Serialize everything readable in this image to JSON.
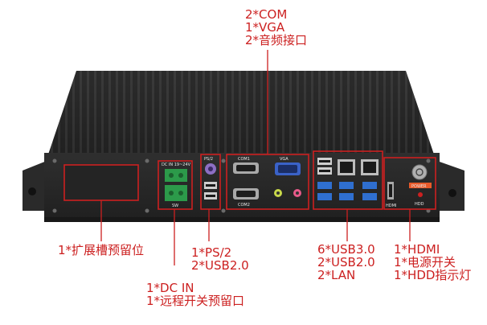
{
  "callouts": {
    "top": {
      "lines": [
        "2*COM",
        "1*VGA",
        "2*音频接口"
      ]
    },
    "expansion": {
      "lines": [
        "1*扩展槽预留位"
      ]
    },
    "ps2": {
      "lines": [
        "1*PS/2",
        "2*USB2.0"
      ]
    },
    "dcin": {
      "lines": [
        "1*DC IN",
        "1*远程开关预留口"
      ]
    },
    "usb": {
      "lines": [
        "6*USB3.0",
        "2*USB2.0",
        "2*LAN"
      ]
    },
    "hdmi": {
      "lines": [
        "1*HDMI",
        "1*电源开关",
        "1*HDD指示灯"
      ]
    }
  },
  "panel_labels": {
    "dcin": "DC IN 19~24V",
    "sw": "SW",
    "ps2": "PS/2",
    "com1": "COM1",
    "com2": "COM2",
    "vga": "VGA",
    "hdmi": "HDMI",
    "power": "POWER",
    "hdd": "HDD"
  },
  "colors": {
    "callout": "#cc2020",
    "chassis": "#2a2a2a",
    "usb3": "#2f6fd0",
    "green_terminal": "#2c9a4a",
    "vga": "#3a62c8",
    "ps2": "#8d6fc4",
    "audio_mic": "#e85a8a",
    "audio_line": "#c8d84a"
  }
}
